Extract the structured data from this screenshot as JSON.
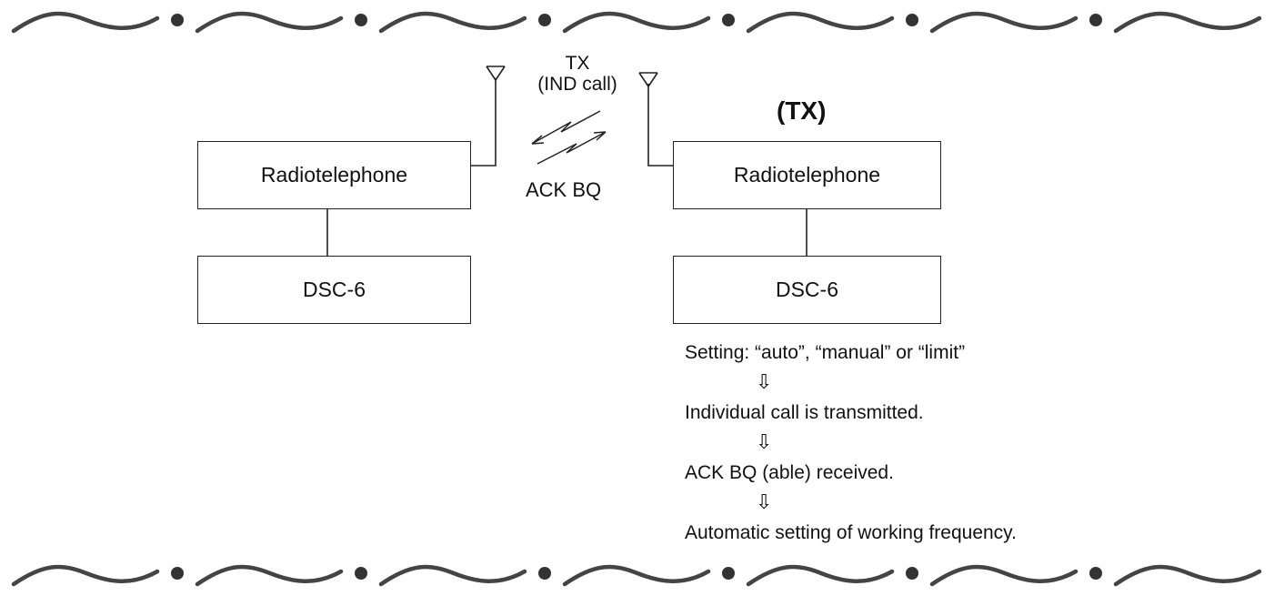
{
  "diagram": {
    "left_station": {
      "radio_label": "Radiotelephone",
      "dsc_label": "DSC-6"
    },
    "right_station": {
      "mode_label": "(TX)",
      "radio_label": "Radiotelephone",
      "dsc_label": "DSC-6"
    },
    "link": {
      "tx_label": "TX",
      "call_label": "(IND call)",
      "ack_label": "ACK BQ"
    },
    "sequence": {
      "steps": [
        "Setting: “auto”, “manual” or “limit”",
        "Individual call is transmitted.",
        "ACK BQ (able) received.",
        "Automatic setting of working frequency."
      ],
      "arrow_glyph": "⇩"
    }
  }
}
